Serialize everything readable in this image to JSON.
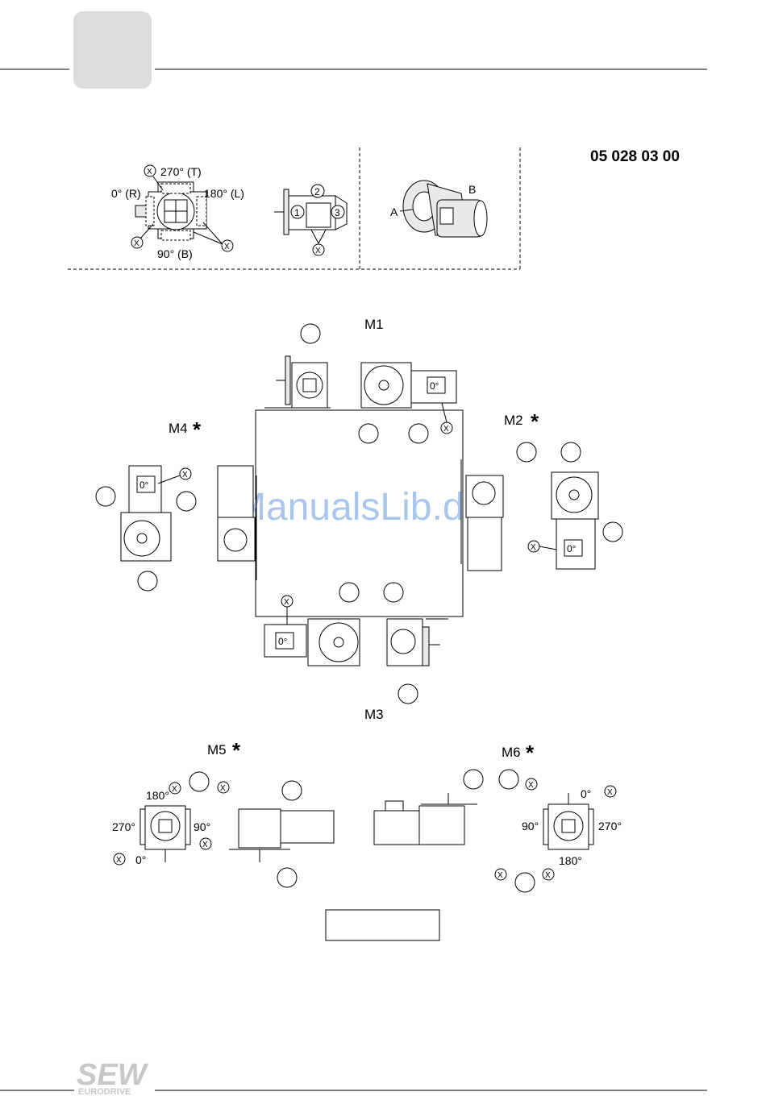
{
  "document": {
    "number": "05 028 03 00"
  },
  "positions": {
    "upper": {
      "p0": "0° (R)",
      "p90": "90° (B)",
      "p180": "180° (L)",
      "p270": "270° (T)"
    },
    "terminal": {
      "t1": "1",
      "t2": "2",
      "t3": "3"
    },
    "motor": {
      "a": "A",
      "b": "B"
    },
    "mounting": {
      "m1": "M1",
      "m2": "M2",
      "m3": "M3",
      "m4": "M4",
      "m5": "M5",
      "m6": "M6",
      "star": "*"
    },
    "zero": "0°",
    "m5": {
      "p0": "0°",
      "p90": "90°",
      "p180": "180°",
      "p270": "270°"
    },
    "m6": {
      "p0": "0°",
      "p90": "90°",
      "p180": "180°",
      "p270": "270°"
    },
    "vent_marker": "X"
  },
  "watermark": "ManualsLib.de",
  "logo": {
    "brand": "SEW",
    "sub": "EURODRIVE"
  }
}
